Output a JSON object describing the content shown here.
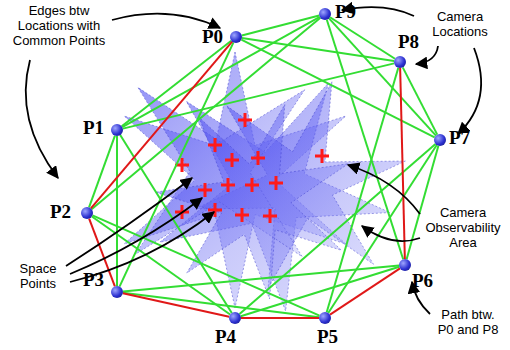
{
  "diagram": {
    "nodes": [
      {
        "text": [
          "P0"
        ]
      },
      {
        "text": [
          "P1"
        ]
      },
      {
        "text": [
          "P2"
        ]
      },
      {
        "text": [
          "P3"
        ]
      },
      {
        "text": [
          "P4"
        ]
      },
      {
        "text": [
          "P5"
        ]
      },
      {
        "text": [
          "P6"
        ]
      },
      {
        "text": [
          "P7"
        ]
      },
      {
        "text": [
          "P8"
        ]
      },
      {
        "text": [
          "P9"
        ]
      }
    ],
    "edges": [
      {
        "from": 0,
        "to": 1,
        "arrow": "none"
      },
      {
        "from": 0,
        "to": 2,
        "arrow": "none"
      },
      {
        "from": 0,
        "to": 3,
        "arrow": "none"
      },
      {
        "from": 1,
        "to": 2,
        "arrow": "none"
      },
      {
        "from": 1,
        "to": 3,
        "arrow": "none"
      },
      {
        "from": 1,
        "to": 4,
        "arrow": "none"
      },
      {
        "from": 2,
        "to": 3,
        "arrow": "none"
      },
      {
        "from": 2,
        "to": 4,
        "arrow": "none"
      },
      {
        "from": 2,
        "to": 5,
        "arrow": "none"
      },
      {
        "from": 3,
        "to": 4,
        "arrow": "none"
      },
      {
        "from": 3,
        "to": 5,
        "arrow": "none"
      },
      {
        "from": 3,
        "to": 6,
        "arrow": "none"
      },
      {
        "from": 4,
        "to": 5,
        "arrow": "none"
      },
      {
        "from": 4,
        "to": 6,
        "arrow": "none"
      },
      {
        "from": 4,
        "to": 7,
        "arrow": "none"
      },
      {
        "from": 5,
        "to": 6,
        "arrow": "none"
      },
      {
        "from": 5,
        "to": 7,
        "arrow": "none"
      },
      {
        "from": 5,
        "to": 8,
        "arrow": "none"
      },
      {
        "from": 6,
        "to": 7,
        "arrow": "none"
      },
      {
        "from": 6,
        "to": 8,
        "arrow": "none"
      },
      {
        "from": 6,
        "to": 9,
        "arrow": "none"
      },
      {
        "from": 7,
        "to": 8,
        "arrow": "none"
      },
      {
        "from": 7,
        "to": 9,
        "arrow": "none"
      },
      {
        "from": 7,
        "to": 0,
        "arrow": "none"
      },
      {
        "from": 8,
        "to": 9,
        "arrow": "none"
      },
      {
        "from": 8,
        "to": 0,
        "arrow": "none"
      },
      {
        "from": 8,
        "to": 1,
        "arrow": "none"
      },
      {
        "from": 9,
        "to": 0,
        "arrow": "none"
      },
      {
        "from": 9,
        "to": 1,
        "arrow": "none"
      },
      {
        "from": 9,
        "to": 2,
        "arrow": "none"
      }
    ],
    "labels": [
      "Edges btw Locations with Common Points",
      "Camera Locations",
      "Space Points",
      "Camera Observability Area",
      "Path btw. P0 and P8"
    ]
  }
}
